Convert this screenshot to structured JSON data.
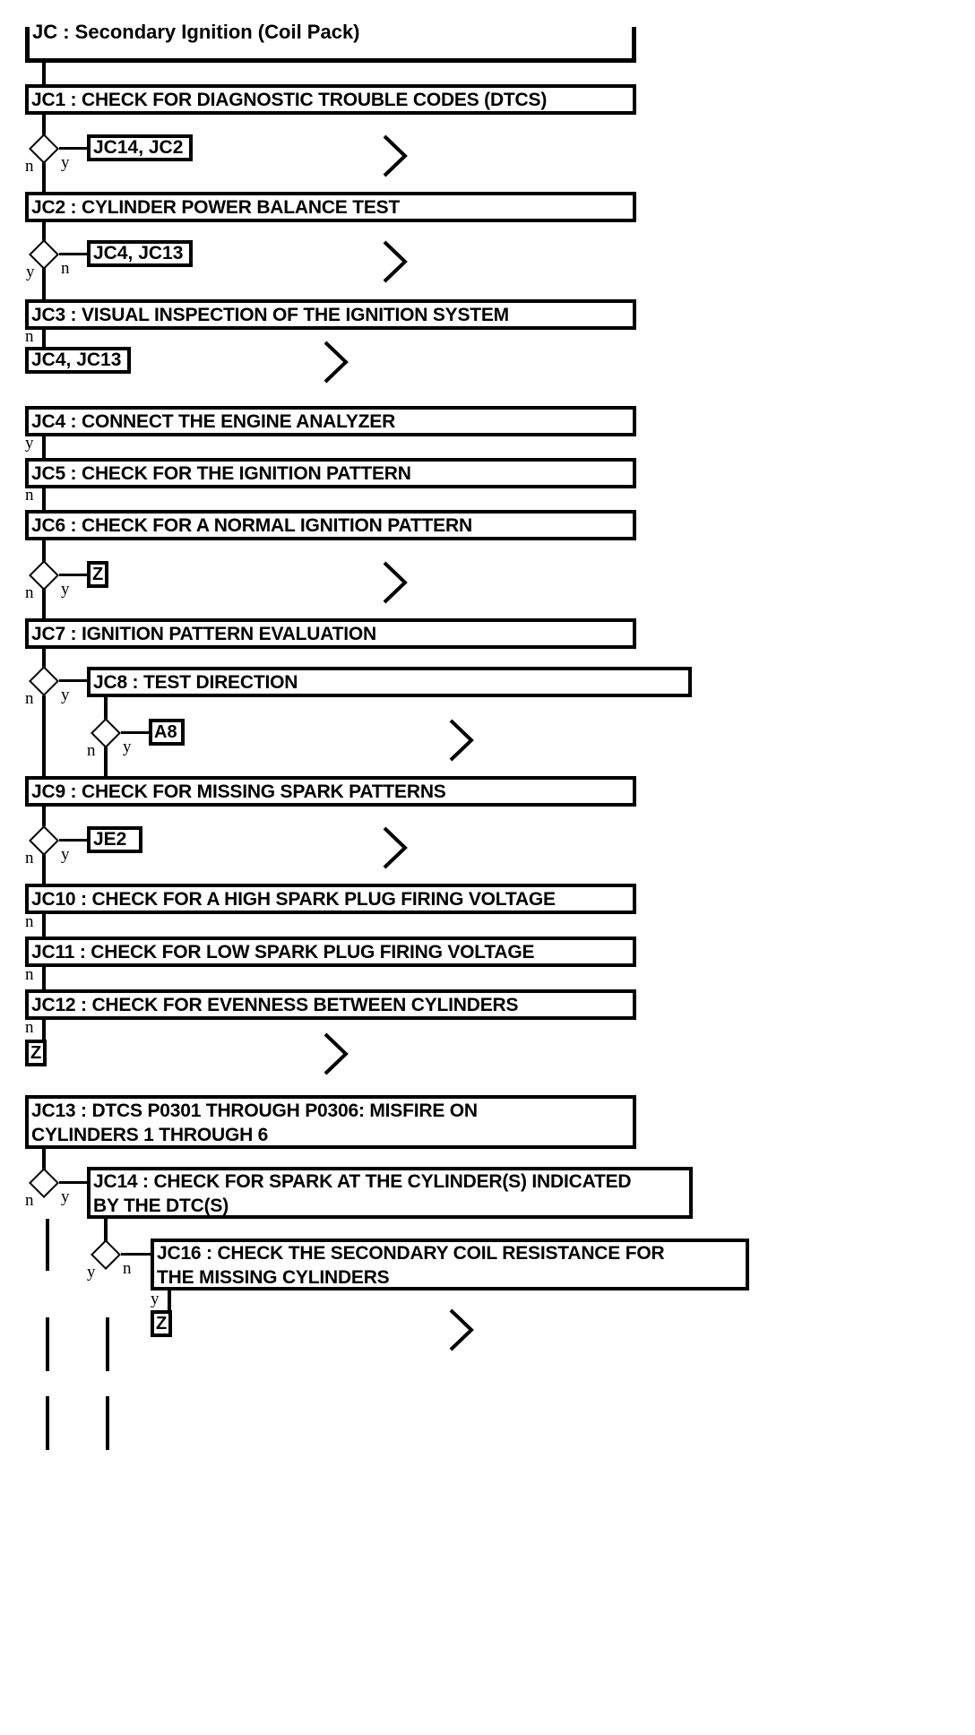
{
  "document": {
    "title": "JC : Secondary Ignition (Coil Pack)",
    "type": "diagnostic-flowchart"
  },
  "nodes": {
    "title": "JC : Secondary Ignition (Coil Pack)",
    "jc1": "JC1 : CHECK FOR DIAGNOSTIC TROUBLE CODES (DTCS)",
    "jc2": "JC2 : CYLINDER POWER BALANCE TEST",
    "jc3": "JC3 : VISUAL INSPECTION OF THE IGNITION SYSTEM",
    "jc4": "JC4 : CONNECT THE ENGINE ANALYZER",
    "jc5": "JC5 : CHECK FOR THE IGNITION PATTERN",
    "jc6": "JC6 : CHECK FOR A NORMAL IGNITION PATTERN",
    "jc7": "JC7 : IGNITION PATTERN EVALUATION",
    "jc8": "JC8 : TEST DIRECTION",
    "jc9": "JC9 : CHECK FOR MISSING SPARK PATTERNS",
    "jc10": "JC10 : CHECK FOR A HIGH SPARK PLUG FIRING VOLTAGE",
    "jc11": "JC11 : CHECK FOR LOW SPARK PLUG FIRING VOLTAGE",
    "jc12": "JC12 : CHECK FOR EVENNESS BETWEEN CYLINDERS",
    "jc13": "JC13 : DTCS P0301 THROUGH P0306: MISFIRE ON\nCYLINDERS 1 THROUGH 6",
    "jc14": "JC14 : CHECK FOR SPARK AT THE CYLINDER(S) INDICATED\nBY THE DTC(S)",
    "jc16": "JC16 : CHECK THE SECONDARY COIL RESISTANCE FOR\nTHE MISSING CYLINDERS"
  },
  "refs": {
    "ref_jc14_jc2": "JC14, JC2",
    "ref_jc4_jc13_a": "JC4, JC13",
    "ref_jc4_jc13_b": "JC4, JC13",
    "ref_z_jc6": "Z",
    "ref_a8": "A8",
    "ref_je2": "JE2",
    "ref_z_jc12": "Z",
    "ref_z_jc16": "Z"
  },
  "branches": {
    "jc1_n": "n",
    "jc1_y": "y",
    "jc2_y": "y",
    "jc2_n": "n",
    "jc3_n": "n",
    "jc4_y": "y",
    "jc5_n": "n",
    "jc6_n": "n",
    "jc6_y": "y",
    "jc7_n": "n",
    "jc7_y": "y",
    "jc8_n": "n",
    "jc8_y": "y",
    "jc9_n": "n",
    "jc9_y": "y",
    "jc10_n": "n",
    "jc11_n": "n",
    "jc12_n": "n",
    "jc13_n": "n",
    "jc13_y": "y",
    "jc14_y": "y",
    "jc14_n": "n",
    "jc16_y": "y"
  },
  "icons": {
    "offpage": "offpage-chevron-icon",
    "decision": "decision-diamond-icon"
  },
  "colors": {
    "stroke": "#000000",
    "background": "#ffffff"
  }
}
